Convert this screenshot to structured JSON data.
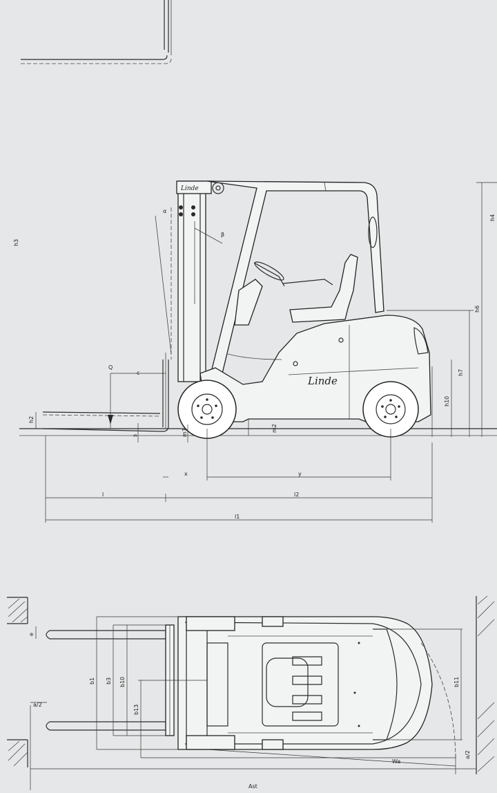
{
  "drawing": {
    "brand_logo": "Linde",
    "side_view_labels": {
      "h3": "h3",
      "h4": "h4",
      "h6": "h6",
      "h7": "h7",
      "h10": "h10",
      "h2": "h2",
      "alpha": "α",
      "beta": "β",
      "Q": "Q",
      "c": "c",
      "s": "s",
      "m1": "m1",
      "m2": "m2",
      "x": "x",
      "y": "y",
      "l": "l",
      "l2": "l2",
      "l1": "l1"
    },
    "top_view_labels": {
      "e": "e",
      "b1": "b1",
      "b3": "b3",
      "b10": "b10",
      "b13": "b13",
      "b11": "b11",
      "a_half_left": "a/2",
      "a_half_right": "a/2",
      "Wa": "Wa",
      "Ast": "Ast"
    }
  }
}
